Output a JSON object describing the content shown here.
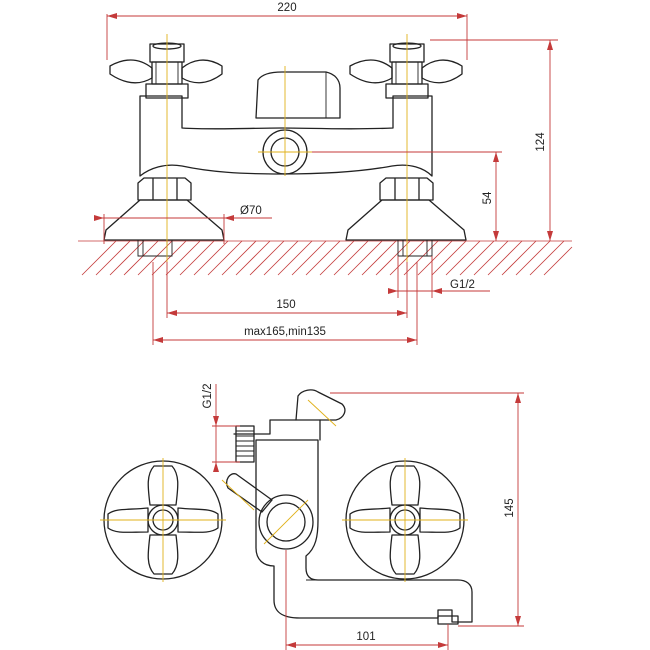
{
  "front_view": {
    "width_label": "220",
    "height_label": "124",
    "outlet_height_label": "54",
    "flange_diameter_label": "Ø70",
    "thread_label": "G1/2",
    "center_distance_label": "150",
    "adjust_range_label": "max165,min135"
  },
  "side_view": {
    "thread_label": "G1/2",
    "height_label": "145",
    "spout_reach_label": "101"
  },
  "colors": {
    "outline": "#222222",
    "dimension": "#c43a3a",
    "axis": "#e0b11a"
  }
}
